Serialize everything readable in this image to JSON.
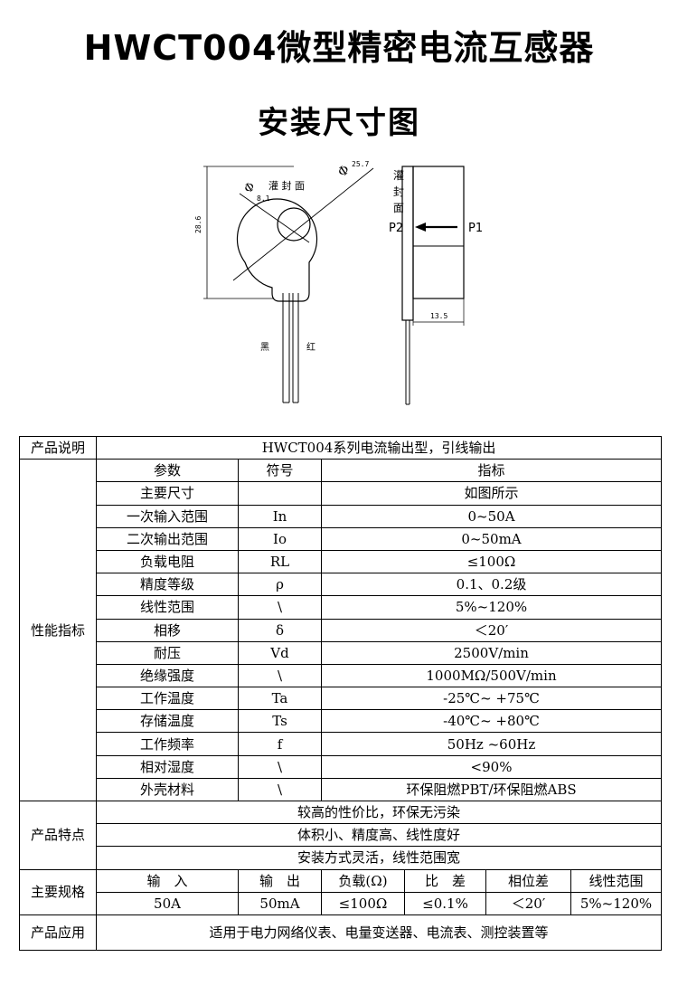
{
  "title": "HWCT004微型精密电流互感器",
  "drawing": {
    "title": "安装尺寸图",
    "dim_outer": "25.7",
    "dim_inner": "8.1",
    "dim_height": "28.6",
    "dim_width": "13.5",
    "diameter_symbol": "Φ",
    "potting_face": "灌 封 面",
    "potting_face_vertical": [
      "灌",
      "封",
      "面"
    ],
    "lead_black": "黑",
    "lead_red": "红",
    "p1": "P1",
    "p2": "P2"
  },
  "table": {
    "product_desc": {
      "label": "产品说明",
      "value": "HWCT004系列电流输出型，引线输出"
    },
    "performance": {
      "label": "性能指标",
      "header": {
        "param": "参数",
        "symbol": "符号",
        "spec": "指标"
      },
      "rows": [
        {
          "param": "主要尺寸",
          "symbol": "",
          "spec": "如图所示"
        },
        {
          "param": "一次输入范围",
          "symbol": "In",
          "spec": "0~50A"
        },
        {
          "param": "二次输出范围",
          "symbol": "Io",
          "spec": "0~50mA"
        },
        {
          "param": "负载电阻",
          "symbol": "RL",
          "spec": "≤100Ω"
        },
        {
          "param": "精度等级",
          "symbol": "ρ",
          "spec": "0.1、0.2级"
        },
        {
          "param": "线性范围",
          "symbol": "\\",
          "spec": "5%~120%"
        },
        {
          "param": "相移",
          "symbol": "δ",
          "spec": "＜20′"
        },
        {
          "param": "耐压",
          "symbol": "Vd",
          "spec": "2500V/min"
        },
        {
          "param": "绝缘强度",
          "symbol": "\\",
          "spec": "1000MΩ/500V/min"
        },
        {
          "param": "工作温度",
          "symbol": "Ta",
          "spec": "-25℃~ +75℃"
        },
        {
          "param": "存储温度",
          "symbol": "Ts",
          "spec": "-40℃~ +80℃"
        },
        {
          "param": "工作频率",
          "symbol": "f",
          "spec": "50Hz ~60Hz"
        },
        {
          "param": "相对湿度",
          "symbol": "\\",
          "spec": "<90%"
        },
        {
          "param": "外壳材料",
          "symbol": "\\",
          "spec": "环保阻燃PBT/环保阻燃ABS"
        }
      ]
    },
    "features": {
      "label": "产品特点",
      "items": [
        "较高的性价比，环保无污染",
        "体积小、精度高、线性度好",
        "安装方式灵活，线性范围宽"
      ]
    },
    "main_spec": {
      "label": "主要规格",
      "headers": [
        "输　入",
        "输　出",
        "负载(Ω)",
        "比　差",
        "相位差",
        "线性范围"
      ],
      "values": [
        "50A",
        "50mA",
        "≤100Ω",
        "≤0.1%",
        "＜20′",
        "5%~120%"
      ]
    },
    "application": {
      "label": "产品应用",
      "value": "适用于电力网络仪表、电量变送器、电流表、测控装置等"
    }
  }
}
